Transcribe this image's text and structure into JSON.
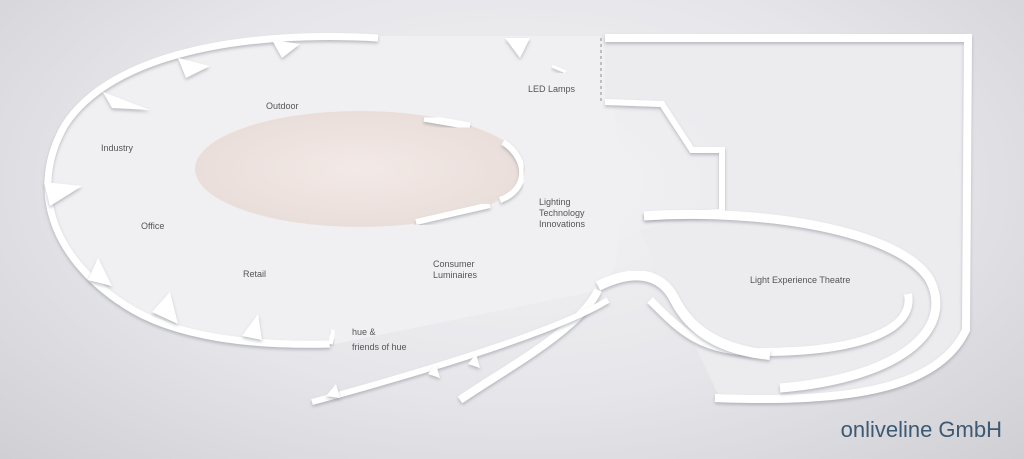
{
  "zones": {
    "outdoor": "Outdoor",
    "industry": "Industry",
    "office": "Office",
    "retail": "Retail",
    "led_lamps": "LED Lamps",
    "lighting_tech_1": "Lighting",
    "lighting_tech_2": "Technology",
    "lighting_tech_3": "Innovations",
    "consumer_1": "Consumer",
    "consumer_2": "Luminaires",
    "hue_1": "hue &",
    "hue_2": "friends of hue",
    "theatre": "Light Experience Theatre"
  },
  "watermark": "onliveline GmbH",
  "colors": {
    "wall": "#ffffff",
    "wall_shadow": "#b9bcc2",
    "floor": "#efeff1",
    "center_ellipse": "#efe4e0"
  }
}
